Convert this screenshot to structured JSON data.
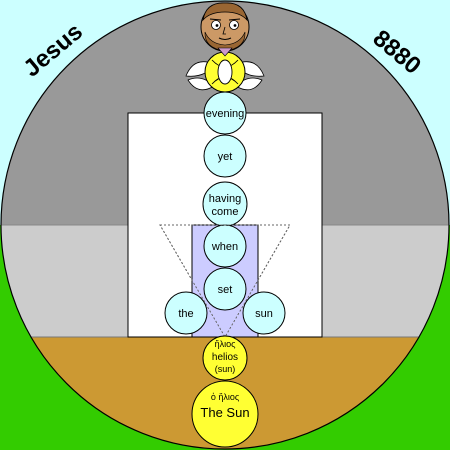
{
  "diagram": {
    "left_label": "Jesus",
    "right_label": "8880",
    "words": {
      "evening": "evening",
      "yet": "yet",
      "having": "having",
      "come": "come",
      "when": "when",
      "set": "set",
      "the": "the",
      "sun": "sun"
    },
    "helios": {
      "greek": "ἥλιος",
      "translit": "helios",
      "gloss": "(sun)"
    },
    "the_sun": {
      "greek": "ὁ ἥλιος",
      "label": "The Sun"
    }
  },
  "colors": {
    "sky": "#ccffff",
    "grass": "#33cc00",
    "gray_upper": "#999999",
    "gray_lower": "#cccccc",
    "ground": "#cc9933",
    "word_circle": "#ccffff",
    "sun_circle": "#ffff33",
    "column": "#ccccff",
    "face": "#cc9966",
    "hair": "#996633"
  }
}
